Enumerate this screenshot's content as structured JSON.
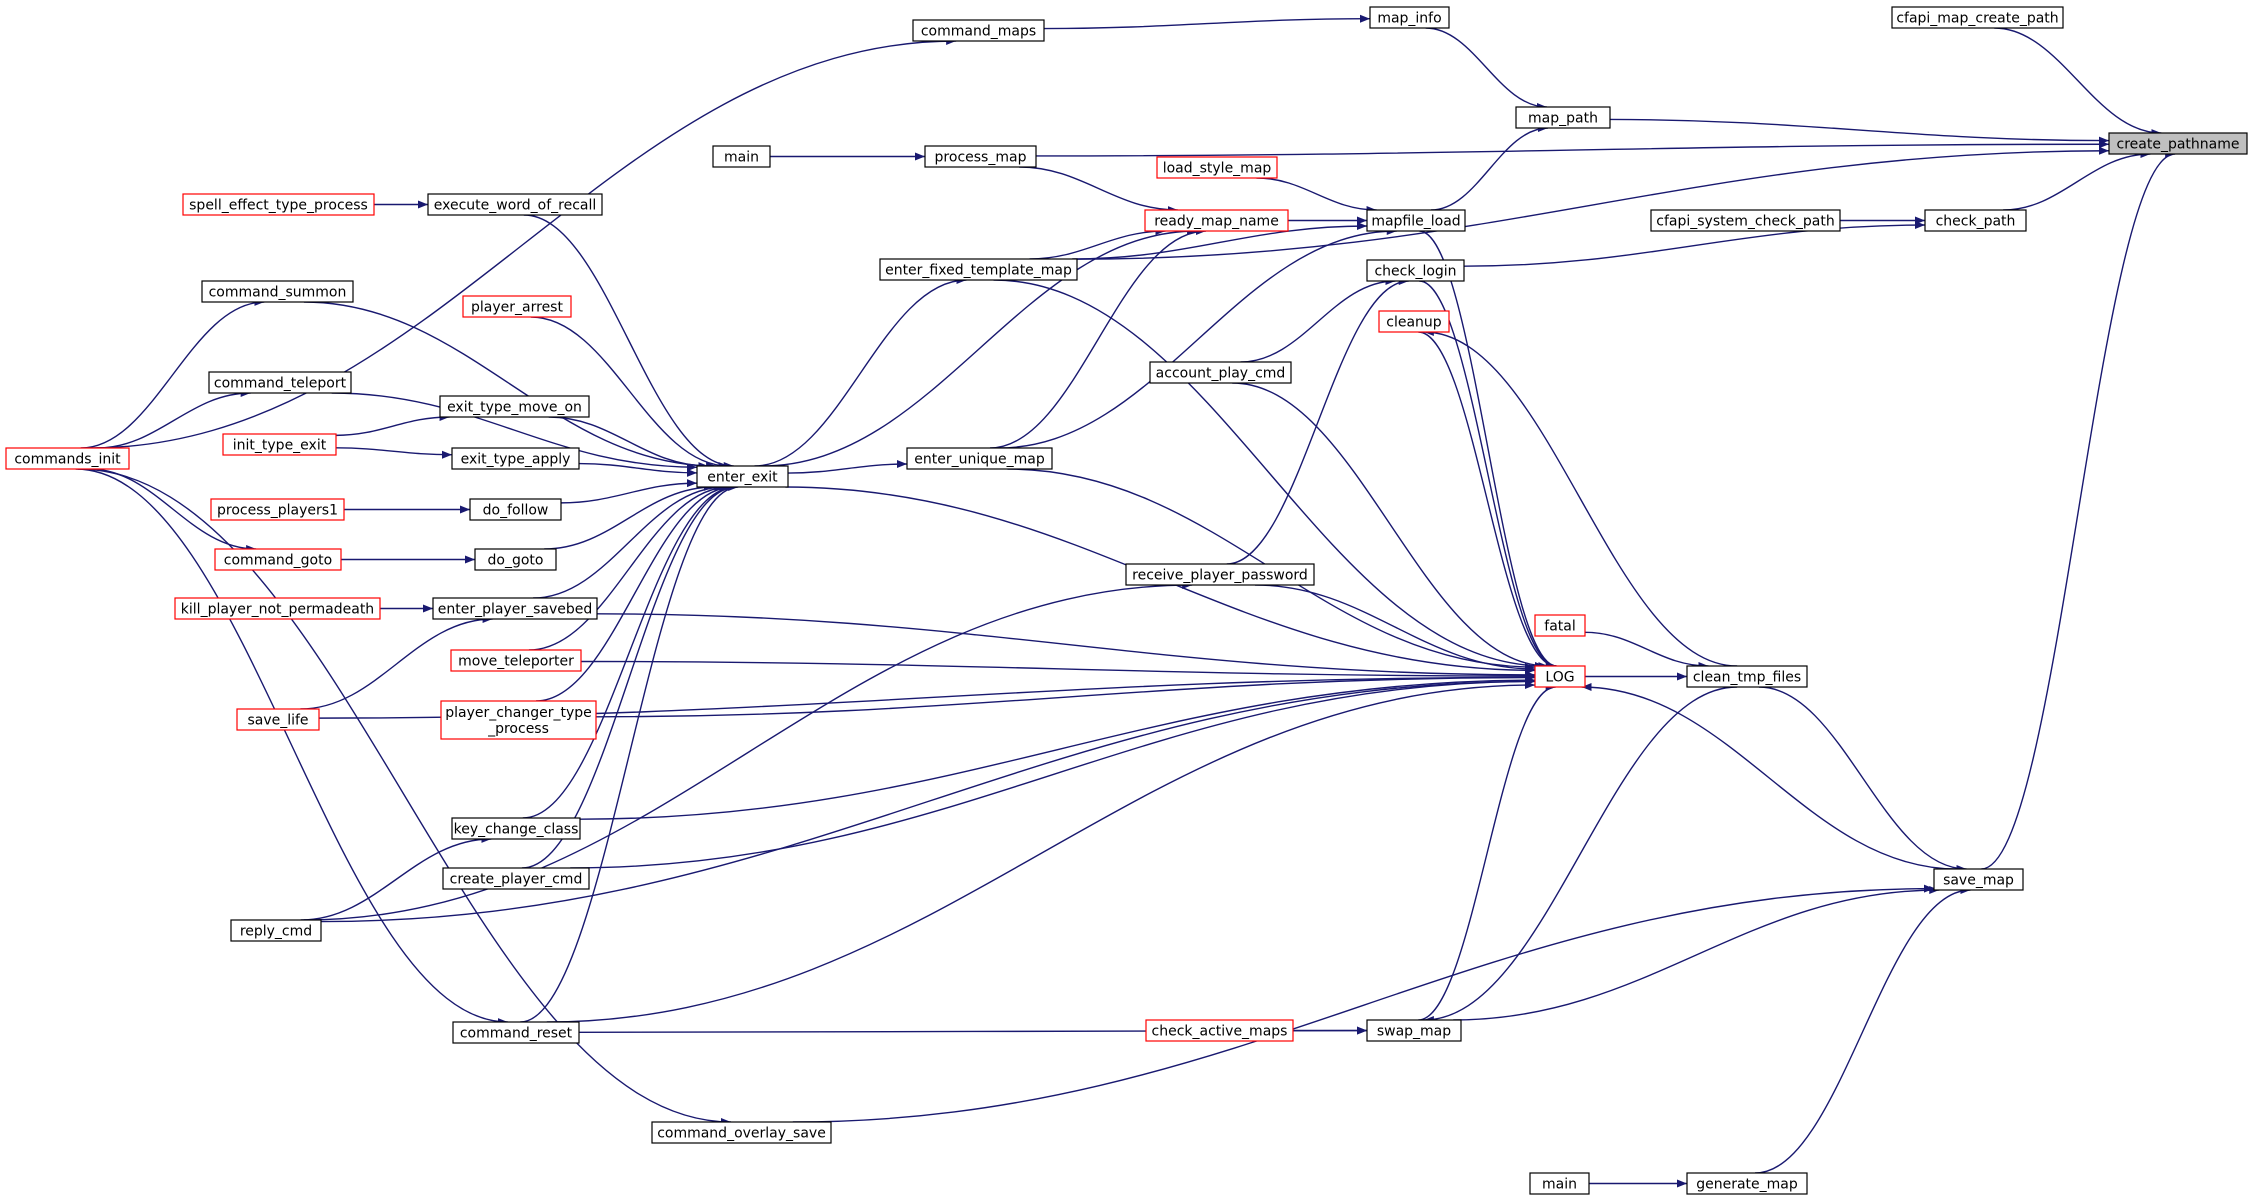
{
  "diagram": {
    "title": "",
    "colors": {
      "edge": "#191970",
      "border_normal": "#000000",
      "border_truncated": "#ff0000",
      "root_fill": "#bfbfbf",
      "background": "#ffffff"
    },
    "nodes": [
      {
        "id": "create_pathname",
        "label": "create_pathname",
        "style": "root"
      },
      {
        "id": "cfapi_map_create_path",
        "label": "cfapi_map_create_path",
        "style": "normal"
      },
      {
        "id": "map_info",
        "label": "map_info",
        "style": "normal"
      },
      {
        "id": "command_maps",
        "label": "command_maps",
        "style": "normal"
      },
      {
        "id": "map_path",
        "label": "map_path",
        "style": "normal"
      },
      {
        "id": "main1",
        "label": "main",
        "style": "normal"
      },
      {
        "id": "process_map",
        "label": "process_map",
        "style": "normal"
      },
      {
        "id": "load_style_map",
        "label": "load_style_map",
        "style": "truncated"
      },
      {
        "id": "spell_effect_type_process",
        "label": "spell_effect_type_process",
        "style": "truncated"
      },
      {
        "id": "execute_word_of_recall",
        "label": "execute_word_of_recall",
        "style": "normal"
      },
      {
        "id": "ready_map_name",
        "label": "ready_map_name",
        "style": "truncated"
      },
      {
        "id": "mapfile_load",
        "label": "mapfile_load",
        "style": "normal"
      },
      {
        "id": "cfapi_system_check_path",
        "label": "cfapi_system_check_path",
        "style": "normal"
      },
      {
        "id": "check_path",
        "label": "check_path",
        "style": "normal"
      },
      {
        "id": "enter_fixed_template_map",
        "label": "enter_fixed_template_map",
        "style": "normal"
      },
      {
        "id": "check_login",
        "label": "check_login",
        "style": "normal"
      },
      {
        "id": "command_summon",
        "label": "command_summon",
        "style": "normal"
      },
      {
        "id": "player_arrest",
        "label": "player_arrest",
        "style": "truncated"
      },
      {
        "id": "cleanup",
        "label": "cleanup",
        "style": "truncated"
      },
      {
        "id": "account_play_cmd",
        "label": "account_play_cmd",
        "style": "normal"
      },
      {
        "id": "command_teleport",
        "label": "command_teleport",
        "style": "normal"
      },
      {
        "id": "exit_type_move_on",
        "label": "exit_type_move_on",
        "style": "normal"
      },
      {
        "id": "init_type_exit",
        "label": "init_type_exit",
        "style": "truncated"
      },
      {
        "id": "commands_init",
        "label": "commands_init",
        "style": "truncated"
      },
      {
        "id": "exit_type_apply",
        "label": "exit_type_apply",
        "style": "normal"
      },
      {
        "id": "enter_exit",
        "label": "enter_exit",
        "style": "normal"
      },
      {
        "id": "enter_unique_map",
        "label": "enter_unique_map",
        "style": "normal"
      },
      {
        "id": "process_players1",
        "label": "process_players1",
        "style": "truncated"
      },
      {
        "id": "do_follow",
        "label": "do_follow",
        "style": "normal"
      },
      {
        "id": "command_goto",
        "label": "command_goto",
        "style": "truncated"
      },
      {
        "id": "do_goto",
        "label": "do_goto",
        "style": "normal"
      },
      {
        "id": "receive_player_password",
        "label": "receive_player_password",
        "style": "normal"
      },
      {
        "id": "kill_player_not_permadeath",
        "label": "kill_player_not_permadeath",
        "style": "truncated"
      },
      {
        "id": "enter_player_savebed",
        "label": "enter_player_savebed",
        "style": "normal"
      },
      {
        "id": "fatal",
        "label": "fatal",
        "style": "truncated"
      },
      {
        "id": "move_teleporter",
        "label": "move_teleporter",
        "style": "truncated"
      },
      {
        "id": "LOG",
        "label": "LOG",
        "style": "truncated"
      },
      {
        "id": "clean_tmp_files",
        "label": "clean_tmp_files",
        "style": "normal"
      },
      {
        "id": "save_life",
        "label": "save_life",
        "style": "truncated"
      },
      {
        "id": "player_changer_type_process",
        "label": "player_changer_type\n_process",
        "style": "truncated"
      },
      {
        "id": "key_change_class",
        "label": "key_change_class",
        "style": "normal"
      },
      {
        "id": "save_map",
        "label": "save_map",
        "style": "normal"
      },
      {
        "id": "create_player_cmd",
        "label": "create_player_cmd",
        "style": "normal"
      },
      {
        "id": "reply_cmd",
        "label": "reply_cmd",
        "style": "normal"
      },
      {
        "id": "check_active_maps",
        "label": "check_active_maps",
        "style": "truncated"
      },
      {
        "id": "command_reset",
        "label": "command_reset",
        "style": "normal"
      },
      {
        "id": "swap_map",
        "label": "swap_map",
        "style": "normal"
      },
      {
        "id": "command_overlay_save",
        "label": "command_overlay_save",
        "style": "normal"
      },
      {
        "id": "main2",
        "label": "main",
        "style": "normal"
      },
      {
        "id": "generate_map",
        "label": "generate_map",
        "style": "normal"
      }
    ],
    "edges": [
      [
        "cfapi_map_create_path",
        "create_pathname"
      ],
      [
        "map_path",
        "create_pathname"
      ],
      [
        "process_map",
        "create_pathname"
      ],
      [
        "enter_fixed_template_map",
        "create_pathname"
      ],
      [
        "check_path",
        "create_pathname"
      ],
      [
        "save_map",
        "create_pathname"
      ],
      [
        "command_maps",
        "map_info"
      ],
      [
        "commands_init",
        "command_maps"
      ],
      [
        "map_info",
        "map_path"
      ],
      [
        "mapfile_load",
        "map_path"
      ],
      [
        "main1",
        "process_map"
      ],
      [
        "process_map",
        "ready_map_name"
      ],
      [
        "load_style_map",
        "mapfile_load"
      ],
      [
        "ready_map_name",
        "mapfile_load"
      ],
      [
        "enter_fixed_template_map",
        "mapfile_load"
      ],
      [
        "enter_unique_map",
        "mapfile_load"
      ],
      [
        "spell_effect_type_process",
        "execute_word_of_recall"
      ],
      [
        "enter_exit",
        "ready_map_name"
      ],
      [
        "enter_fixed_template_map",
        "ready_map_name"
      ],
      [
        "enter_unique_map",
        "ready_map_name"
      ],
      [
        "cfapi_system_check_path",
        "check_path"
      ],
      [
        "check_login",
        "check_path"
      ],
      [
        "enter_exit",
        "enter_fixed_template_map"
      ],
      [
        "account_play_cmd",
        "check_login"
      ],
      [
        "receive_player_password",
        "check_login"
      ],
      [
        "commands_init",
        "command_summon"
      ],
      [
        "commands_init",
        "command_teleport"
      ],
      [
        "init_type_exit",
        "exit_type_move_on"
      ],
      [
        "init_type_exit",
        "exit_type_apply"
      ],
      [
        "execute_word_of_recall",
        "enter_exit"
      ],
      [
        "command_summon",
        "enter_exit"
      ],
      [
        "player_arrest",
        "enter_exit"
      ],
      [
        "command_teleport",
        "enter_exit"
      ],
      [
        "exit_type_move_on",
        "enter_exit"
      ],
      [
        "exit_type_apply",
        "enter_exit"
      ],
      [
        "do_follow",
        "enter_exit"
      ],
      [
        "do_goto",
        "enter_exit"
      ],
      [
        "enter_player_savebed",
        "enter_exit"
      ],
      [
        "move_teleporter",
        "enter_exit"
      ],
      [
        "player_changer_type_process",
        "enter_exit"
      ],
      [
        "key_change_class",
        "enter_exit"
      ],
      [
        "create_player_cmd",
        "enter_exit"
      ],
      [
        "command_reset",
        "enter_exit"
      ],
      [
        "enter_exit",
        "enter_unique_map"
      ],
      [
        "process_players1",
        "do_follow"
      ],
      [
        "commands_init",
        "command_goto"
      ],
      [
        "command_goto",
        "do_goto"
      ],
      [
        "reply_cmd",
        "receive_player_password"
      ],
      [
        "kill_player_not_permadeath",
        "enter_player_savebed"
      ],
      [
        "save_life",
        "enter_player_savebed"
      ],
      [
        "reply_cmd",
        "key_change_class"
      ],
      [
        "commands_init",
        "command_reset"
      ],
      [
        "commands_init",
        "command_overlay_save"
      ],
      [
        "check_active_maps",
        "swap_map"
      ],
      [
        "command_reset",
        "swap_map"
      ],
      [
        "main2",
        "generate_map"
      ],
      [
        "command_overlay_save",
        "save_map"
      ],
      [
        "swap_map",
        "save_map"
      ],
      [
        "generate_map",
        "save_map"
      ],
      [
        "clean_tmp_files",
        "save_map"
      ],
      [
        "clean_tmp_files",
        "swap_map"
      ],
      [
        "clean_tmp_files",
        "cleanup"
      ],
      [
        "LOG",
        "clean_tmp_files"
      ],
      [
        "fatal",
        "clean_tmp_files"
      ],
      [
        "mapfile_load",
        "LOG"
      ],
      [
        "enter_fixed_template_map",
        "LOG"
      ],
      [
        "check_login",
        "LOG"
      ],
      [
        "cleanup",
        "LOG"
      ],
      [
        "account_play_cmd",
        "LOG"
      ],
      [
        "enter_unique_map",
        "LOG"
      ],
      [
        "enter_exit",
        "LOG"
      ],
      [
        "receive_player_password",
        "LOG"
      ],
      [
        "enter_player_savebed",
        "LOG"
      ],
      [
        "move_teleporter",
        "LOG"
      ],
      [
        "player_changer_type_process",
        "LOG"
      ],
      [
        "save_life",
        "LOG"
      ],
      [
        "key_change_class",
        "LOG"
      ],
      [
        "create_player_cmd",
        "LOG"
      ],
      [
        "reply_cmd",
        "LOG"
      ],
      [
        "command_reset",
        "LOG"
      ],
      [
        "swap_map",
        "LOG"
      ],
      [
        "save_map",
        "LOG"
      ]
    ]
  }
}
